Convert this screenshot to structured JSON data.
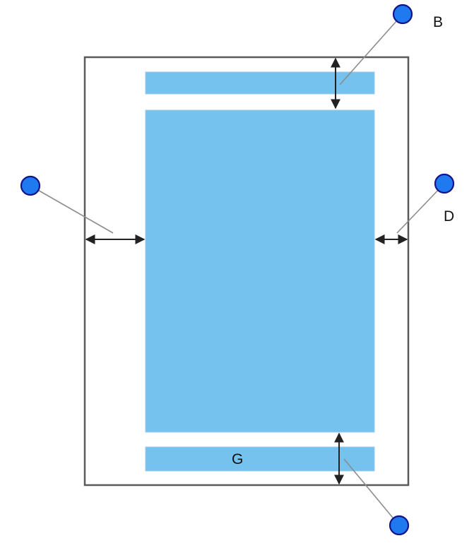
{
  "diagram": {
    "callouts": [
      {
        "id": "top-margin",
        "label": "B"
      },
      {
        "id": "left-margin",
        "label": ""
      },
      {
        "id": "right-margin",
        "label": "D"
      },
      {
        "id": "bottom-margin",
        "label": ""
      }
    ],
    "footer_label": "G"
  },
  "colors": {
    "block_fill": "#74c2ed",
    "frame_stroke": "#5a5a5a",
    "marker_fill": "#1f7af0",
    "marker_stroke": "#14148c",
    "arrow": "#222222",
    "leader": "#8c8c8c"
  }
}
